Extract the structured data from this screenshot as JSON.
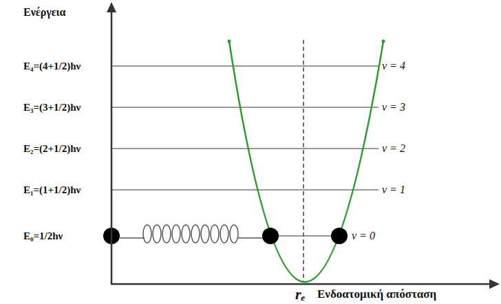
{
  "diagram": {
    "labels": [
      "Ενέργεια",
      "E₄=(4+1/2)hν",
      "E₃=(3+1/2)hν",
      "E₂=(2+1/2)hν",
      "E₁=(1+1/2)hν",
      "E₀=1/2hν",
      "v = 4",
      "v = 3",
      "v = 2",
      "v = 1",
      "v = 0",
      "rₑ",
      "Ενδοατομική απόσταση"
    ]
  }
}
